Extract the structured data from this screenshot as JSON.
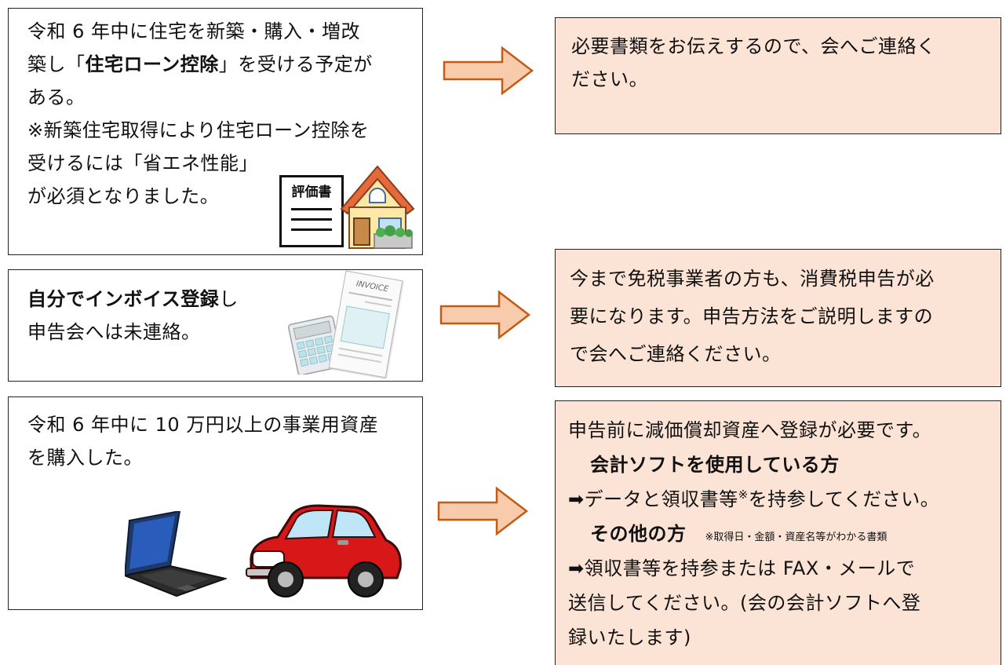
{
  "rows": [
    {
      "question": {
        "line1": "令和 6 年中に住宅を新築・購入・増改",
        "line2_pre": "築し「",
        "line2_bold": "住宅ローン控除",
        "line2_post": "」を受ける予定が",
        "line3": "ある。",
        "line4": "※新築住宅取得により住宅ローン控除を",
        "line5": "受けるには「省エネ性能」",
        "line6": "が必須となりました。"
      },
      "answer": {
        "line1": "必要書類をお伝えするので、会へご連絡く",
        "line2": "ださい。"
      },
      "image": {
        "document_label": "評価書",
        "document_icon": "evaluation-document-icon",
        "house_icon": "house-icon"
      }
    },
    {
      "question": {
        "line1_bold": "自分でインボイス登録",
        "line1_post": "し",
        "line2": "申告会へは未連絡。"
      },
      "answer": {
        "line1": "今まで免税事業者の方も、消費税申告が必",
        "line2": "要になります。申告方法をご説明しますの",
        "line3": "で会へご連絡ください。"
      },
      "image": {
        "invoice_label": "INVOICE",
        "invoice_icon": "invoice-icon",
        "calculator_icon": "calculator-icon"
      }
    },
    {
      "question": {
        "line1": "令和 6 年中に 10 万円以上の事業用資産",
        "line2": "を購入した。"
      },
      "answer": {
        "line1": "申告前に減価償却資産へ登録が必要です。",
        "heading1": "会計ソフトを使用している方",
        "line2_pre": "➡データと領収書等",
        "line2_sup": "※",
        "line2_post": "を持参してください。",
        "heading2": "その他の方",
        "note": "※取得日・金額・資産名等がわかる書類",
        "line3": "➡領収書等を持参または FAX・メールで",
        "line4": "送信してください。(会の会計ソフトへ登",
        "line5": "録いたします)"
      },
      "image": {
        "laptop_icon": "laptop-icon",
        "car_icon": "car-icon"
      }
    }
  ],
  "colors": {
    "answer_bg": "#fbe3d6",
    "arrow_fill": "#f8cbad",
    "arrow_stroke": "#c55a11",
    "car_red": "#d81818"
  }
}
